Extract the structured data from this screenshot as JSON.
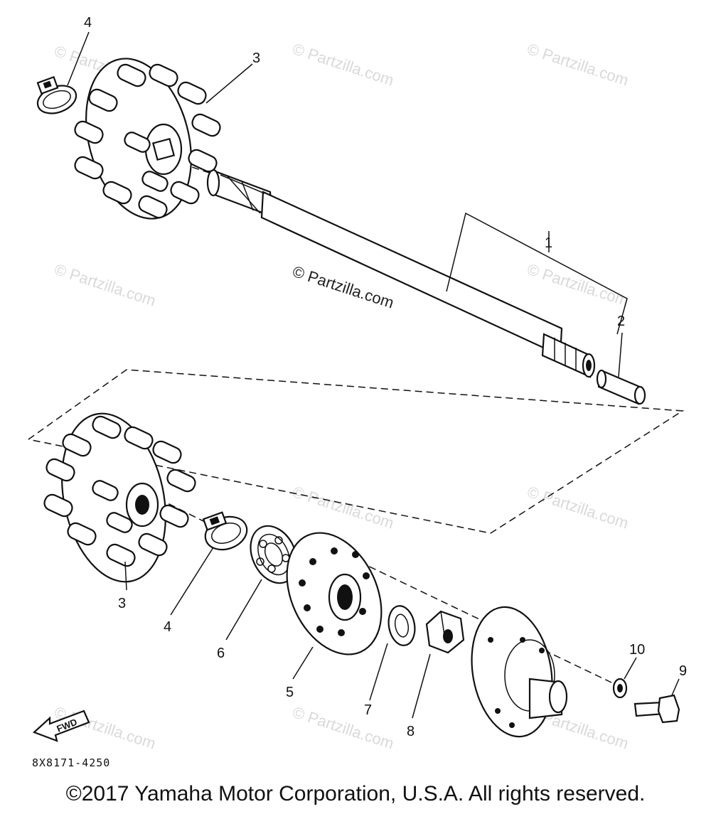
{
  "watermarks": {
    "small": "© Partzilla.com",
    "center": "© Partzilla.com"
  },
  "callouts": {
    "shaft": "1",
    "pin": "2",
    "sprocket_upper": "3",
    "sprocket_lower": "3",
    "clamp_upper": "4",
    "clamp_lower": "4",
    "plate": "5",
    "bearing": "6",
    "washer": "7",
    "nut": "8",
    "bolt": "9",
    "lock_washer": "10"
  },
  "fwd_label": "FWD",
  "diagram_code": "8X8171-4250",
  "copyright": "©2017 Yamaha Motor Corporation, U.S.A. All rights reserved.",
  "colors": {
    "ink": "#111111",
    "watermark": "#d9d9d9",
    "background": "#ffffff"
  }
}
